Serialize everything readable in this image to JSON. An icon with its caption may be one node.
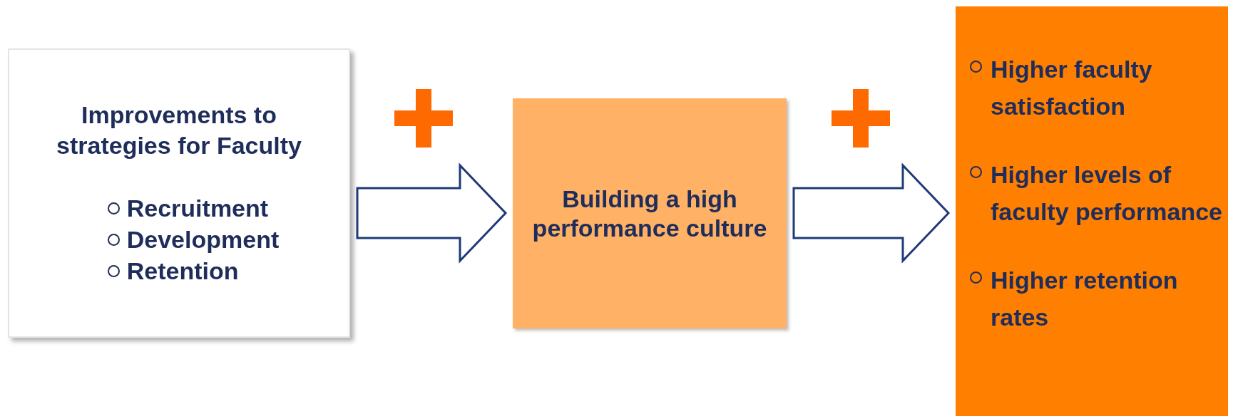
{
  "diagram": {
    "nodes": [
      {
        "text": [
          "Improvements to strategies for Faculty",
          "Recruitment",
          "Development",
          "Retention"
        ]
      },
      {
        "text": [
          "Building a high performance culture"
        ]
      },
      {
        "text": [
          "Higher faculty satisfaction",
          "Higher levels of  faculty performance",
          "Higher retention rates"
        ]
      }
    ],
    "edges": [
      {
        "from": 0,
        "to": 1,
        "arrow": "to"
      },
      {
        "from": 1,
        "to": 2,
        "arrow": "to"
      }
    ]
  }
}
